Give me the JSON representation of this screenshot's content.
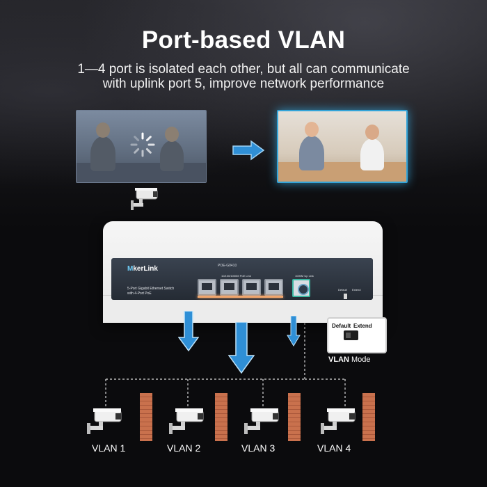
{
  "header": {
    "title": "Port-based VLAN",
    "subtitle_line1": "1—4 port is isolated each other, but all can communicate",
    "subtitle_line2": "with uplink port 5, improve network performance"
  },
  "switch": {
    "brand_prefix": "M",
    "brand_rest": "kerLink",
    "model": "POE-G0410",
    "description_line1": "5-Port Gigabit Ethernet Switch",
    "description_line2": "with 4-Port PoE",
    "ports_label": "10/100/1000M PoE Link",
    "uplink_label": "1000M Up Link",
    "dip_default": "Default",
    "dip_extend": "Extend"
  },
  "callout": {
    "default_label": "Default",
    "extend_label": "Extend",
    "mode_bold": "VLAN",
    "mode_rest": " Mode"
  },
  "vlans": [
    {
      "label": "VLAN 1"
    },
    {
      "label": "VLAN 2"
    },
    {
      "label": "VLAN 3"
    },
    {
      "label": "VLAN 4"
    }
  ],
  "colors": {
    "background": "#0b0b0d",
    "accent_blue": "#34a4d8",
    "arrow_blue": "#2f8fd6",
    "wall_brick": "#c9714d",
    "port_glow": "#f1a66d"
  },
  "icons": {
    "camera": "cctv-camera-icon",
    "loading": "loading-spinner-icon",
    "arrow": "arrow-right-icon"
  }
}
